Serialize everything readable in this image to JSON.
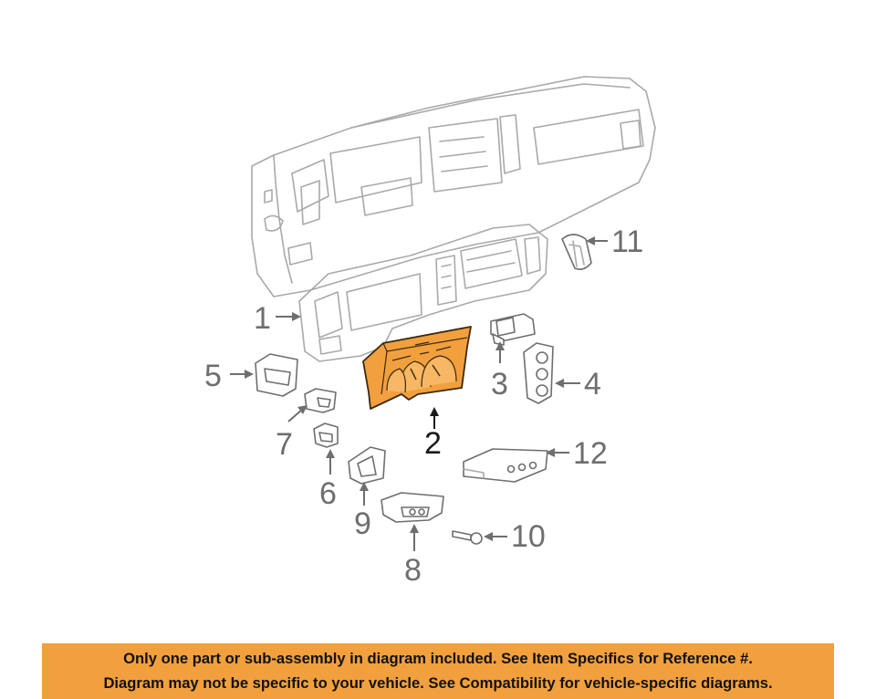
{
  "callouts": {
    "c1": "1",
    "c2": "2",
    "c3": "3",
    "c4": "4",
    "c5": "5",
    "c6": "6",
    "c7": "7",
    "c8": "8",
    "c9": "9",
    "c10": "10",
    "c11": "11",
    "c12": "12"
  },
  "notice": {
    "line1": "Only one part or sub-assembly in diagram included. See Item Specifics for Reference #.",
    "line2": "Diagram may not be specific to your vehicle. See Compatibility for vehicle-specific diagrams."
  },
  "colors": {
    "highlight_part": "#f2a03d",
    "notice_background": "#f2a03d",
    "line_art": "#a7a9ac",
    "callout_text": "#6d6e70"
  }
}
